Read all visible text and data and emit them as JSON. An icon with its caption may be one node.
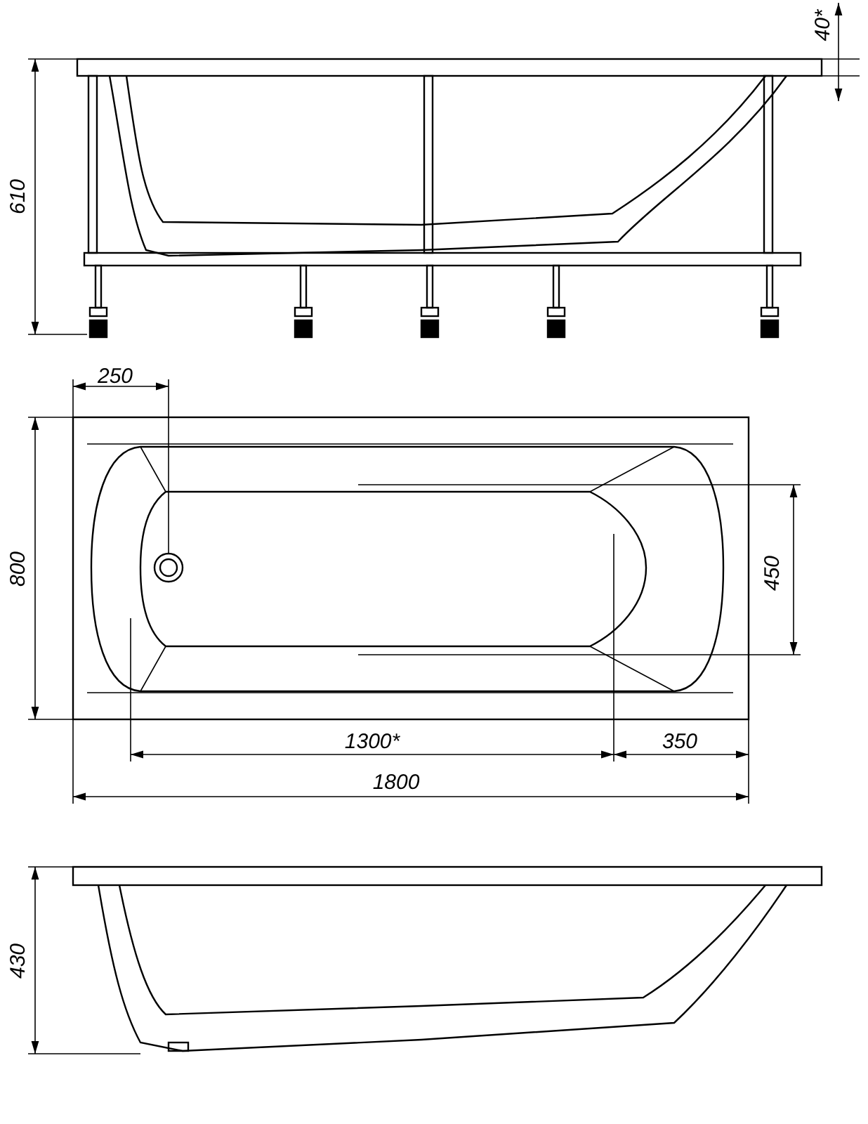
{
  "diagram": {
    "labels": [
      "40*",
      "610",
      "250",
      "800",
      "450",
      "1300*",
      "350",
      "1800",
      "430"
    ]
  }
}
